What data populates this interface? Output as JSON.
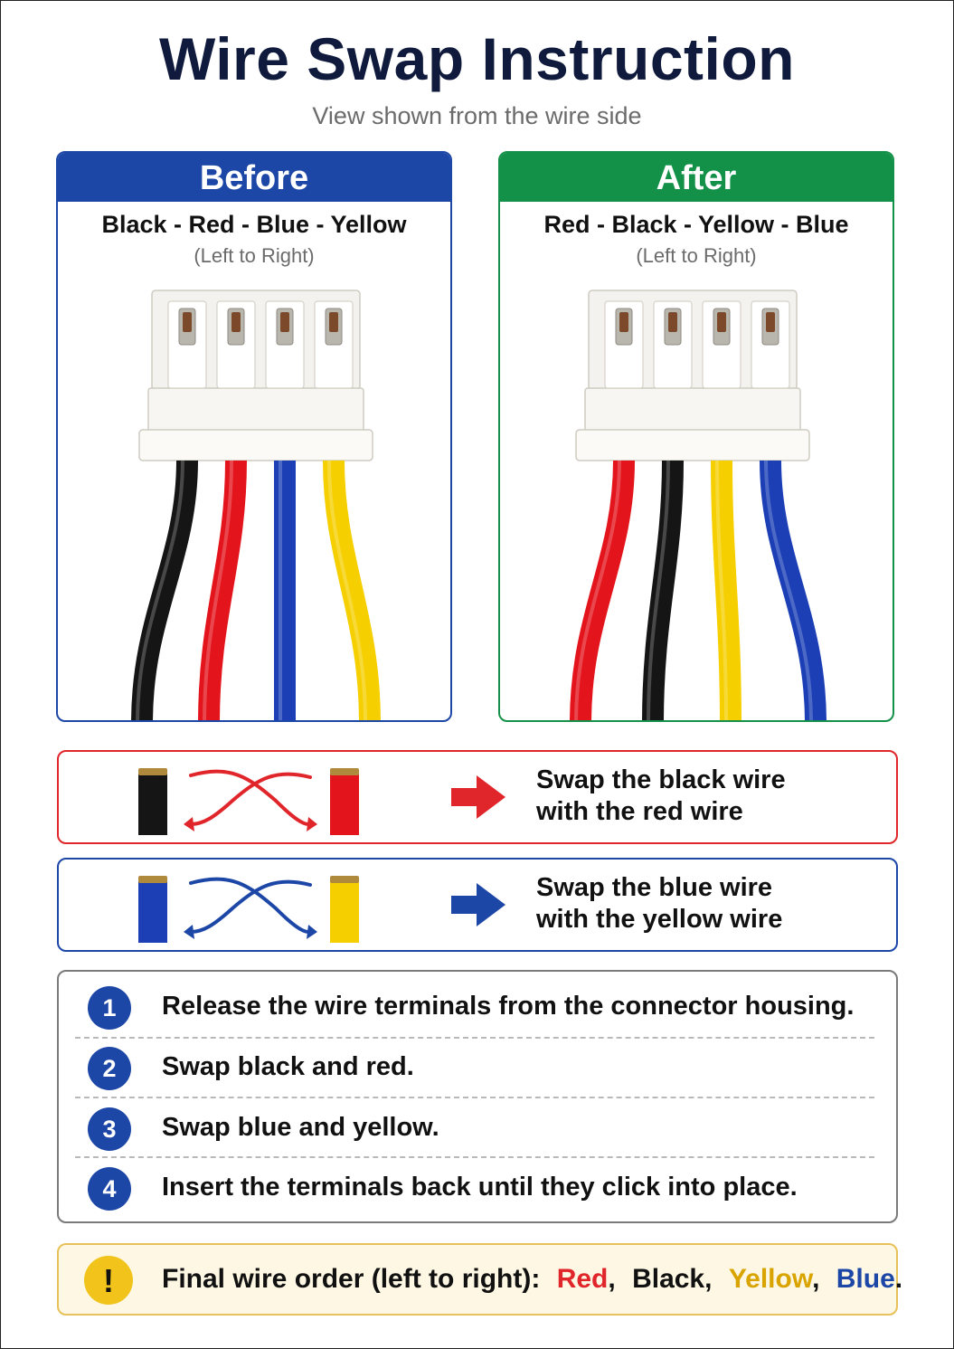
{
  "title": "Wire Swap Instruction",
  "subtitle": "View shown from the wire side",
  "before": {
    "heading": "Before",
    "order": "Black - Red - Blue - Yellow",
    "direction": "(Left to Right)",
    "wires": [
      "black",
      "red",
      "blue",
      "yellow"
    ]
  },
  "after": {
    "heading": "After",
    "order": "Red - Black - Yellow - Blue",
    "direction": "(Left to Right)",
    "wires": [
      "red",
      "black",
      "yellow",
      "blue"
    ]
  },
  "swaps": [
    {
      "line1": "Swap the black wire",
      "line2": "with the red wire",
      "from": "black",
      "to": "red",
      "accent": "#e0262b"
    },
    {
      "line1": "Swap the blue wire",
      "line2": "with the yellow wire",
      "from": "blue",
      "to": "yellow",
      "accent": "#1d47a7"
    }
  ],
  "steps": [
    {
      "num": "1",
      "text": "Release the wire terminals from the connector housing."
    },
    {
      "num": "2",
      "text": "Swap black and red."
    },
    {
      "num": "3",
      "text": "Swap blue and yellow."
    },
    {
      "num": "4",
      "text": "Insert the terminals back until they click into place."
    }
  ],
  "final": {
    "icon": "!",
    "label": "Final wire order (left to right):",
    "items": [
      {
        "text": "Red",
        "sep": ",",
        "color": "#e0262b"
      },
      {
        "text": "Black",
        "sep": ",",
        "color": "#111111"
      },
      {
        "text": "Yellow",
        "sep": ",",
        "color": "#d9a400"
      },
      {
        "text": "Blue",
        "sep": ".",
        "color": "#1d47a7"
      }
    ]
  },
  "colors": {
    "black": "#151515",
    "red": "#e3141b",
    "blue": "#1c3fb6",
    "yellow": "#f5cf00",
    "before_accent": "#1d47a7",
    "after_accent": "#139148"
  },
  "icons": [
    "swap-arrows-icon",
    "right-arrow-icon",
    "warning-icon"
  ]
}
